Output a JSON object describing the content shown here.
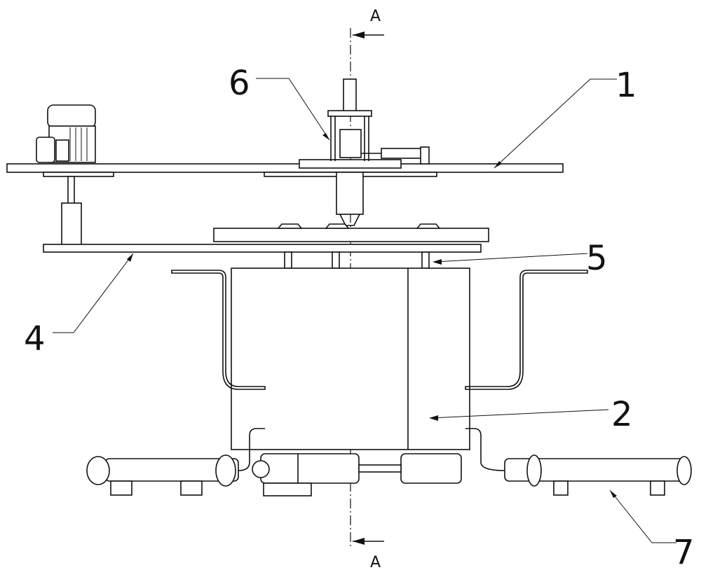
{
  "section_marks": {
    "top": "A",
    "bottom": "A"
  },
  "callouts": {
    "frame_top_plate": "1",
    "tank": "2",
    "lower_plate": "4",
    "support_post": "5",
    "lifting_unit": "6",
    "heat_exchanger_pipe": "7"
  }
}
